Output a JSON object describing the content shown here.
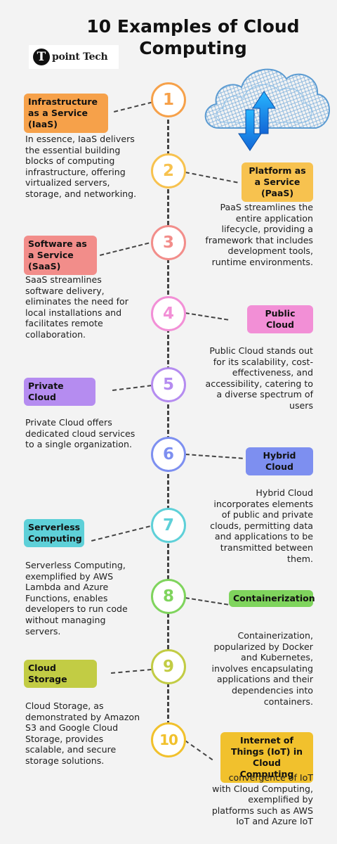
{
  "title": "10 Examples of Cloud Computing",
  "logo": {
    "initial": "T",
    "text": "point Tech"
  },
  "cloud_icon": "cloud-with-up-down-arrows-icon",
  "items": [
    {
      "number": "1",
      "label": "Infrastructure as a Service (IaaS)",
      "color": "#f6a14a",
      "description": "In essence, IaaS delivers the essential building blocks of computing infrastructure, offering virtualized servers, storage, and networking."
    },
    {
      "number": "2",
      "label": "Platform as a Service (PaaS)",
      "color": "#f7c24f",
      "description": "PaaS streamlines the entire application lifecycle, providing a framework that includes development tools, runtime environments."
    },
    {
      "number": "3",
      "label": "Software as a Service (SaaS)",
      "color": "#f28d8a",
      "description": "SaaS streamlines software delivery, eliminates the need for local installations and facilitates remote collaboration."
    },
    {
      "number": "4",
      "label": "Public Cloud",
      "color": "#f28fd6",
      "description": "Public Cloud stands out for its scalability, cost-effectiveness, and accessibility, catering to a diverse spectrum of users"
    },
    {
      "number": "5",
      "label": "Private Cloud",
      "color": "#b58cf0",
      "description": "Private Cloud offers dedicated cloud services to a single organization."
    },
    {
      "number": "6",
      "label": "Hybrid Cloud",
      "color": "#7d8ff0",
      "description": "Hybrid Cloud incorporates elements of public and private clouds, permitting data and applications to be transmitted between them."
    },
    {
      "number": "7",
      "label": "Serverless Computing",
      "color": "#5ed0d8",
      "description": "Serverless Computing, exemplified by AWS Lambda and Azure Functions, enables developers to run code without managing servers."
    },
    {
      "number": "8",
      "label": "Containerization",
      "color": "#7fd45d",
      "description": "Containerization, popularized by Docker and Kubernetes, involves encapsulating applications and their dependencies into containers."
    },
    {
      "number": "9",
      "label": "Cloud Storage",
      "color": "#c2cc44",
      "description": "Cloud Storage, as demonstrated by Amazon S3 and Google Cloud Storage, provides scalable, and secure storage solutions."
    },
    {
      "number": "10",
      "label": "Internet of Things (IoT) in Cloud Computing",
      "color": "#f1c12d",
      "description": "convergence of IoT with Cloud Computing, exemplified by platforms such as AWS IoT and Azure IoT"
    }
  ]
}
